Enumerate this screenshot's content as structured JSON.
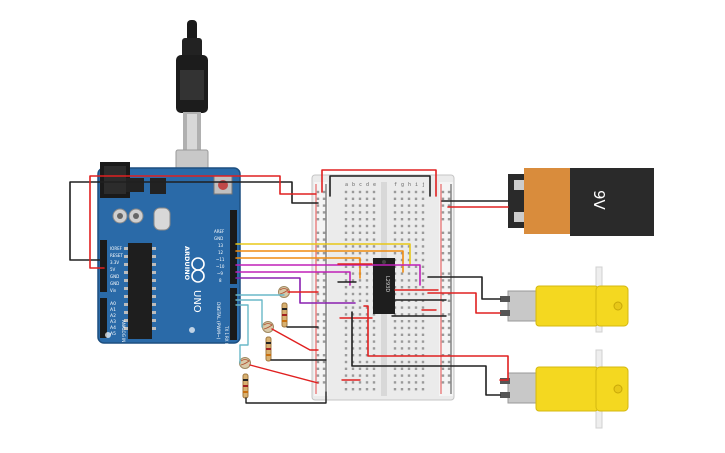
{
  "arduino": {
    "brand": "ARDUINO",
    "model": "UNO",
    "top_labels": {
      "aref": "AREF",
      "gnd": "GND",
      "d13": "13",
      "d12": "12",
      "d11": "~11",
      "d10": "~10",
      "d9": "~9",
      "d8": "8"
    },
    "digital_label": "DIGITAL (PWM~)",
    "analog_label": "ANALOG IN",
    "analog_pins": [
      "A0",
      "A1",
      "A2",
      "A3",
      "A4",
      "A5"
    ],
    "power_labels": [
      "IOREF",
      "RESET",
      "3.3V",
      "5V",
      "GND",
      "GND",
      "Vin"
    ],
    "tx_label": "TX 1",
    "rx_label": "RX 0"
  },
  "breadboard": {
    "columns_left": [
      "a",
      "b",
      "c",
      "d",
      "e"
    ],
    "columns_right": [
      "f",
      "g",
      "h",
      "i",
      "j"
    ],
    "rows": 30
  },
  "driver_ic": {
    "label": "L293D"
  },
  "battery": {
    "label": "9V"
  },
  "colors": {
    "arduino_board": "#2a6aa8",
    "wire_red": "#e02020",
    "wire_black": "#202020",
    "wire_orange": "#f08c10",
    "wire_yellow": "#e8c818",
    "wire_magenta": "#c020b8",
    "wire_purple": "#8a20b0",
    "wire_teal": "#6ab8c8",
    "motor_yellow": "#f4d820",
    "battery_orange": "#d98c3c"
  }
}
